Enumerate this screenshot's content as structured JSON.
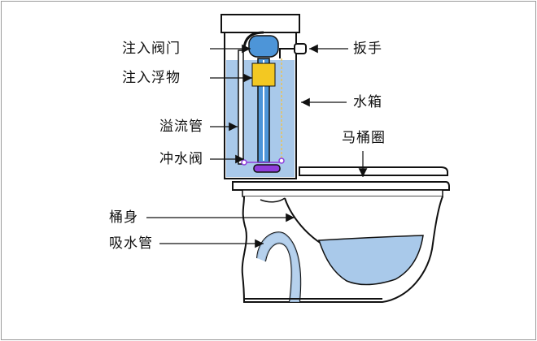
{
  "labels": {
    "inlet_valve": "注入阀门",
    "fill_float": "注入浮物",
    "overflow_tube": "溢流管",
    "flush_valve": "冲水阀",
    "bowl_body": "桶身",
    "siphon_tube": "吸水管",
    "handle": "扳手",
    "tank": "水箱",
    "seat": "马桶圈"
  },
  "colors": {
    "water": "#a9c9ea",
    "float": "#f3c822",
    "valve_head": "#4d95d8",
    "flapper": "#8f3ddb",
    "outline": "#111111"
  }
}
